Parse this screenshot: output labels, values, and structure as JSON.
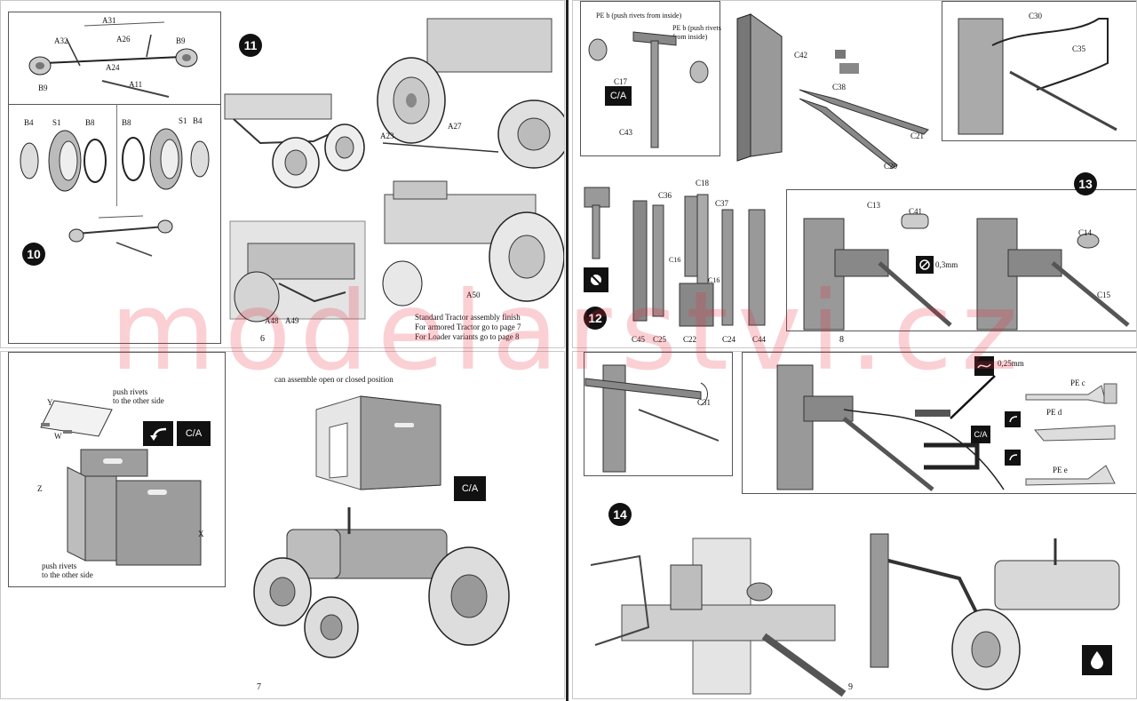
{
  "pages": {
    "p6": {
      "page_number": "6",
      "step10": {
        "number": "10",
        "labels": [
          "A31",
          "A32",
          "A26",
          "B9",
          "A24",
          "B9",
          "A11",
          "B4",
          "S1",
          "B8",
          "B8",
          "S1",
          "B4"
        ]
      },
      "step11": {
        "number": "11",
        "labels": [
          "A23",
          "A27",
          "A48",
          "A49",
          "A50"
        ]
      },
      "finish_notes": [
        "Standard Tractor assembly finish",
        "For armored Tractor go to page 7",
        "For Loader variants go to page 8"
      ]
    },
    "p7": {
      "page_number": "7",
      "labels": {
        "y": "Y",
        "w": "W",
        "z": "Z",
        "x": "X",
        "push_rivets_top": "push rivets\nto the other side",
        "push_rivets_bottom": "push rivets\nto the other side",
        "open_closed": "can assemble open or closed position",
        "ca1": "C/A",
        "ca2": "C/A"
      }
    },
    "p8": {
      "page_number": "8",
      "step12": {
        "number": "12",
        "pe_b1": "PE b (push rivets from inside)",
        "pe_b2": "PE b (push rivets\nfrom inside)",
        "c17": "C17",
        "ca": "C/A",
        "c43": "C43",
        "c18": "C18",
        "c36": "C36",
        "c37": "C37",
        "c16a": "C16",
        "c16b": "C16",
        "bottom": [
          "C45",
          "C25",
          "C22",
          "C24",
          "C44"
        ]
      },
      "upper_labels": [
        "C42",
        "C38",
        "C21",
        "C20",
        "C30",
        "C35"
      ],
      "step13": {
        "number": "13",
        "labels": [
          "C13",
          "C41",
          "C14",
          "C15"
        ],
        "drill": "0,3mm"
      }
    },
    "p9": {
      "page_number": "9",
      "step14": {
        "number": "14",
        "c31": "C31",
        "wire": "0,25mm",
        "pe_c": "PE c",
        "pe_d": "PE d",
        "pe_e": "PE e",
        "ca": "C/A"
      }
    }
  },
  "watermark": "modelarstvi.cz",
  "colors": {
    "ink": "#111111",
    "watermark": "#e6283c",
    "metal": "#9a9a9a",
    "frame": "#555555"
  }
}
